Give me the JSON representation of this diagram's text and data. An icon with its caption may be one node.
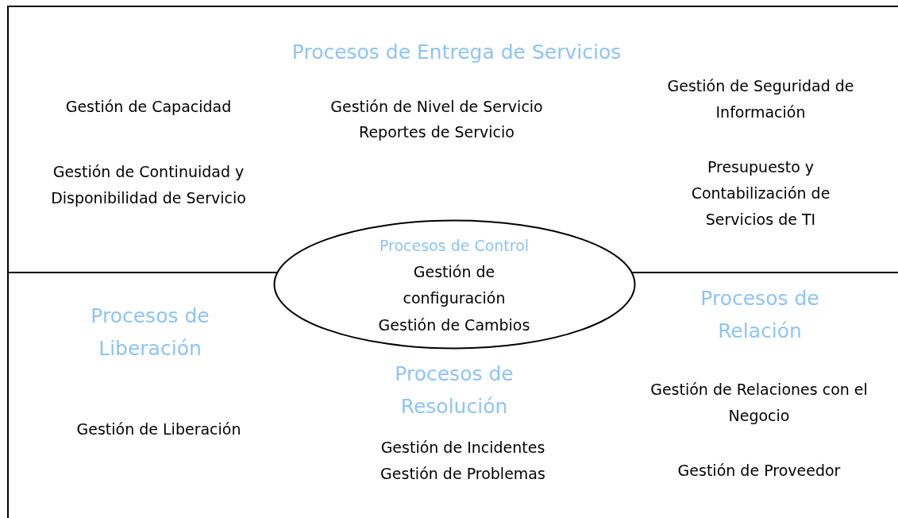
{
  "diagram": {
    "nodes": [
      {
        "text": [
          "Procesos de Entrega de Servicios",
          "Gestión de Capacidad",
          "Gestión de Continuidad y Disponibilidad de Servicio",
          "Gestión de Nivel de Servicio",
          "Reportes de Servicio",
          "Gestión de Seguridad de Información",
          "Presupuesto y Contabilización de Servicios de TI"
        ]
      },
      {
        "text": [
          "Procesos de Control",
          "Gestión de configuración",
          "Gestión de Cambios"
        ]
      }
    ],
    "edges": [],
    "labels": [
      "Procesos de Liberación",
      "Gestión de Liberación",
      "Procesos de Resolución",
      "Gestión de Incidentes",
      "Gestión de Problemas",
      "Procesos de Relación",
      "Gestión de Relaciones con el Negocio",
      "Gestión de Proveedor"
    ]
  }
}
